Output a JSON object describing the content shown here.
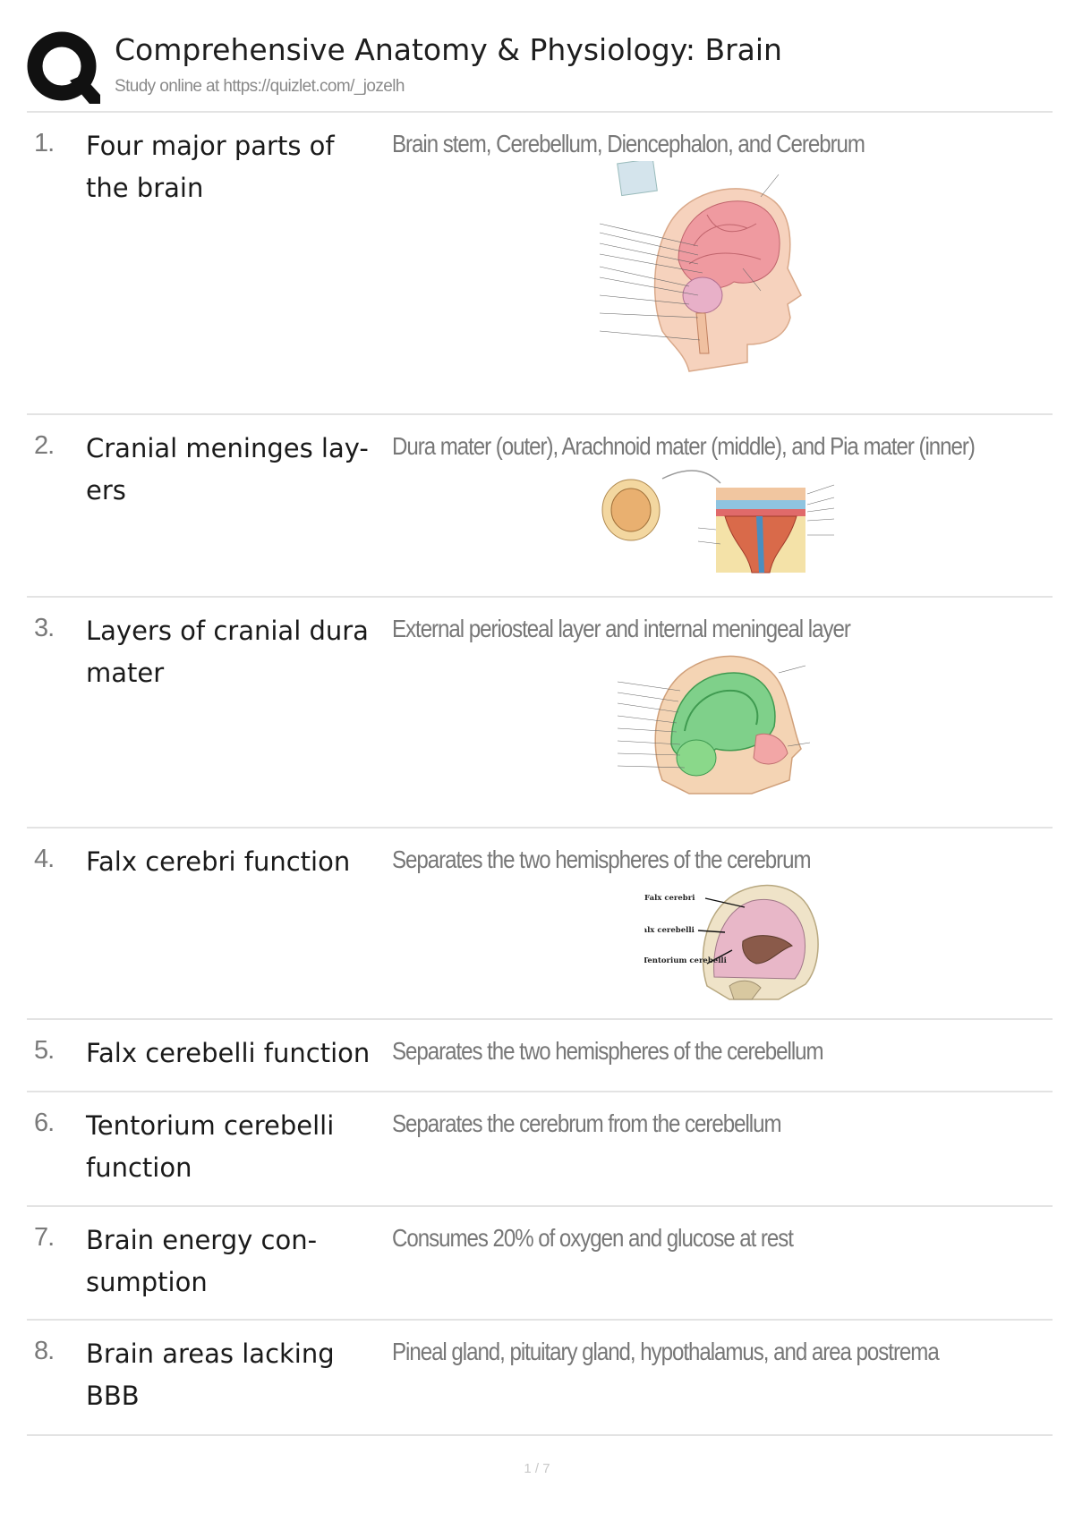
{
  "header": {
    "title": "Comprehensive Anatomy & Physiology: Brain",
    "subtitle": "Study online at https://quizlet.com/_jozelh"
  },
  "cards": [
    {
      "number": "1.",
      "term": "Four major parts of the brain",
      "definition": "Brain stem, Cerebellum, Diencephalon, and Cerebrum"
    },
    {
      "number": "2.",
      "term": "Cranial meninges lay- ers",
      "definition": "Dura mater (outer), Arachnoid mater (middle), and Pia mater (inner)"
    },
    {
      "number": "3.",
      "term": "Layers of cranial dura mater",
      "definition": "External periosteal layer and internal meningeal layer"
    },
    {
      "number": "4.",
      "term": "Falx cerebri function",
      "definition": "Separates the two hemispheres of the cerebrum"
    },
    {
      "number": "5.",
      "term": "Falx cerebelli function",
      "definition": "Separates the two hemispheres of the cerebellum"
    },
    {
      "number": "6.",
      "term": "Tentorium cerebelli function",
      "definition": "Separates the cerebrum from the cerebellum"
    },
    {
      "number": "7.",
      "term": "Brain energy con- sumption",
      "definition": "Consumes 20% of oxygen and glucose at rest"
    },
    {
      "number": "8.",
      "term": "Brain areas lacking BBB",
      "definition": "Pineal gland, pituitary gland, hypothalamus, and area postrema"
    }
  ],
  "figures": {
    "falx_labels": [
      "Falx cerebri",
      "Falx cerebelli",
      "Tentorium cerebelli"
    ]
  },
  "footer": {
    "page": "1 / 7"
  },
  "colors": {
    "logo": "#111111",
    "rule": "#e3e3e3",
    "number": "#7a7a7a",
    "definition": "#777777"
  }
}
